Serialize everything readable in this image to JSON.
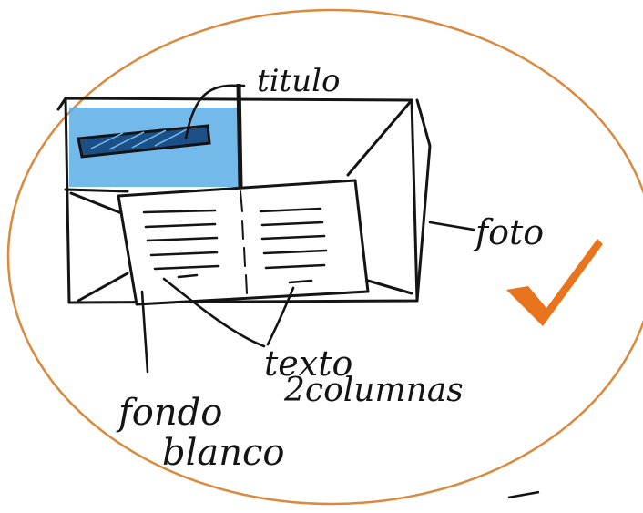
{
  "labels": {
    "title": "titulo",
    "photo": "foto",
    "text_line1": "texto",
    "text_line2": "2columnas",
    "background_line1": "fondo",
    "background_line2": "blanco"
  },
  "colors": {
    "ellipse": "#d98a3e",
    "checkmark": "#e8741e",
    "title_block": "#5aaee8",
    "ink": "#141414"
  }
}
